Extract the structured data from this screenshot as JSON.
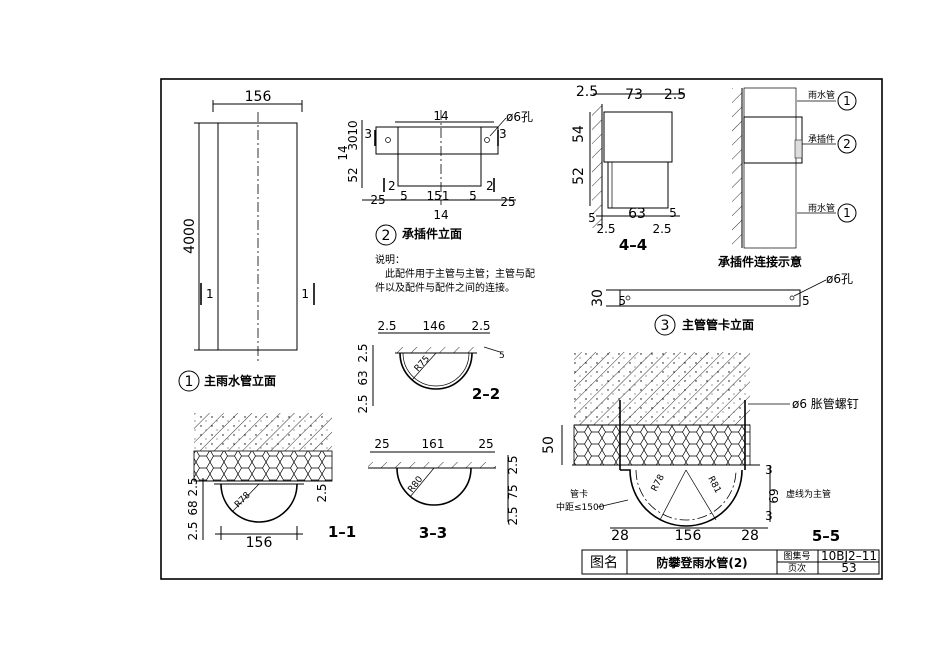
{
  "view1": {
    "width_dim": "156",
    "height_dim": "4000",
    "cut_label": "1",
    "label_num": "1",
    "label_text": "主雨水管立面"
  },
  "view2": {
    "top_dim": "14",
    "bottom_dim": "14",
    "hole": "ø6孔",
    "cut_3": "3",
    "cut_2": "2",
    "left_dims": [
      "10",
      "30",
      "14",
      "52"
    ],
    "base_dims": [
      "25",
      "5",
      "151",
      "5",
      "25"
    ],
    "label_num": "2",
    "label_text": "承插件立面"
  },
  "note": {
    "heading": "说明：",
    "line1": "此配件用于主管与主管；主管与配",
    "line2": "件以及配件与配件之间的连接。"
  },
  "sec22": {
    "top_dims": [
      "2.5",
      "146",
      "2.5"
    ],
    "side_dims": [
      "2.5",
      "63",
      "2.5"
    ],
    "radius": "R75",
    "small": "5",
    "label": "2–2"
  },
  "sec33": {
    "top_dims": [
      "25",
      "161",
      "25"
    ],
    "side_dims": [
      "2.5",
      "75",
      "2.5"
    ],
    "radius": "R80",
    "label": "3–3"
  },
  "sec11": {
    "side_dims": [
      "2.5",
      "68",
      "2.5"
    ],
    "right_dim": "2.5",
    "radius": "R78",
    "width": "156",
    "label": "1–1"
  },
  "sec44": {
    "top_dims": [
      "2.5",
      "73",
      "2.5"
    ],
    "side_dims": [
      "54",
      "52"
    ],
    "bottom_dims": [
      "5",
      "63",
      "5"
    ],
    "base_dims": [
      "2.5",
      "2.5"
    ],
    "label": "4–4"
  },
  "connection": {
    "labels": [
      "雨水管",
      "承插件",
      "雨水管"
    ],
    "nums": [
      "1",
      "2",
      "1"
    ],
    "title": "承插件连接示意"
  },
  "view3": {
    "height": "30",
    "dim5a": "5",
    "dim5b": "5",
    "hole": "ø6孔",
    "label_num": "3",
    "label_text": "主管管卡立面"
  },
  "sec55": {
    "depth": "50",
    "bolt": "ø6 胀管螺钉",
    "clip": "管卡",
    "spacing": "中距≤1500",
    "note": "虚线为主管",
    "r1": "R78",
    "r2": "R81",
    "dims_bottom": [
      "28",
      "156",
      "28"
    ],
    "dim3a": "3",
    "dim69": "69",
    "dim3b": "3",
    "label": "5–5"
  },
  "titleblock": {
    "name_label": "图名",
    "name": "防攀登雨水管(2)",
    "atlas_label": "图集号",
    "atlas": "10BJ2–11",
    "page_label": "页次",
    "page": "53"
  }
}
